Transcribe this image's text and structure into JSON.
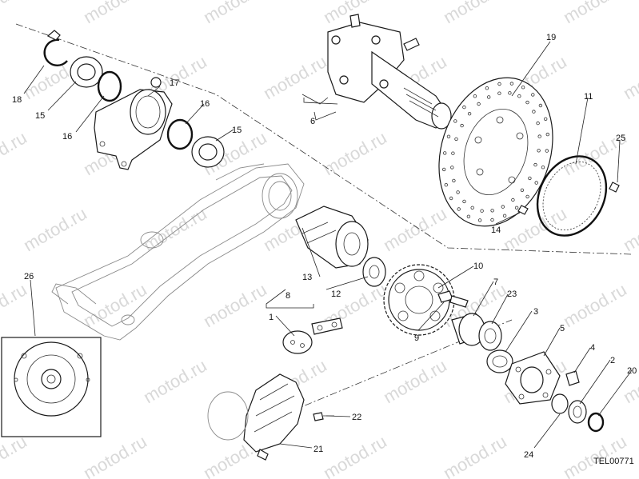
{
  "watermark": "motod.ru",
  "drawing_code": "TEL00771",
  "callouts": {
    "c1": "1",
    "c2": "2",
    "c3": "3",
    "c4": "4",
    "c5": "5",
    "c6": "6",
    "c7": "7",
    "c8": "8",
    "c9": "9",
    "c10": "10",
    "c11": "11",
    "c12": "12",
    "c13": "13",
    "c14": "14",
    "c15a": "15",
    "c15b": "15",
    "c16a": "16",
    "c16b": "16",
    "c17": "17",
    "c18": "18",
    "c19": "19",
    "c20": "20",
    "c21": "21",
    "c22": "22",
    "c23": "23",
    "c24": "24",
    "c25": "25",
    "c26": "26"
  }
}
